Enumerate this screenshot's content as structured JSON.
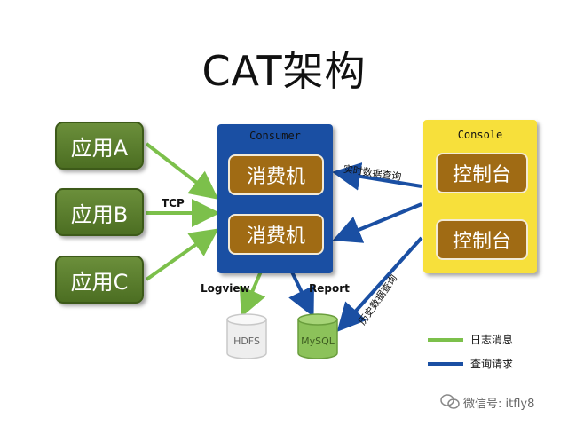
{
  "title": "CAT架构",
  "apps": [
    {
      "label": "应用A"
    },
    {
      "label": "应用B"
    },
    {
      "label": "应用C"
    }
  ],
  "tcp_label": "TCP",
  "consumer": {
    "label": "Consumer",
    "machines": [
      "消费机",
      "消费机"
    ]
  },
  "console": {
    "label": "Console",
    "controls": [
      "控制台",
      "控制台"
    ]
  },
  "realtime_query_label": "实时数据查询",
  "history_query_label": "历史数据查询",
  "logview_label": "Logview",
  "report_label": "Report",
  "storage": {
    "hdfs": "HDFS",
    "mysql": "MySQL"
  },
  "legend": [
    {
      "label": "日志消息",
      "color": "#7cc04b"
    },
    {
      "label": "查询请求",
      "color": "#1a4fa3"
    }
  ],
  "watermark": "微信号: itfly8",
  "colors": {
    "green_arrow": "#7cc04b",
    "blue_arrow": "#1a4fa3",
    "app_green": "#5a7d2e",
    "consumer_blue": "#1a4fa3",
    "console_yellow": "#f7e03b",
    "machine_brown": "#a06b14"
  }
}
